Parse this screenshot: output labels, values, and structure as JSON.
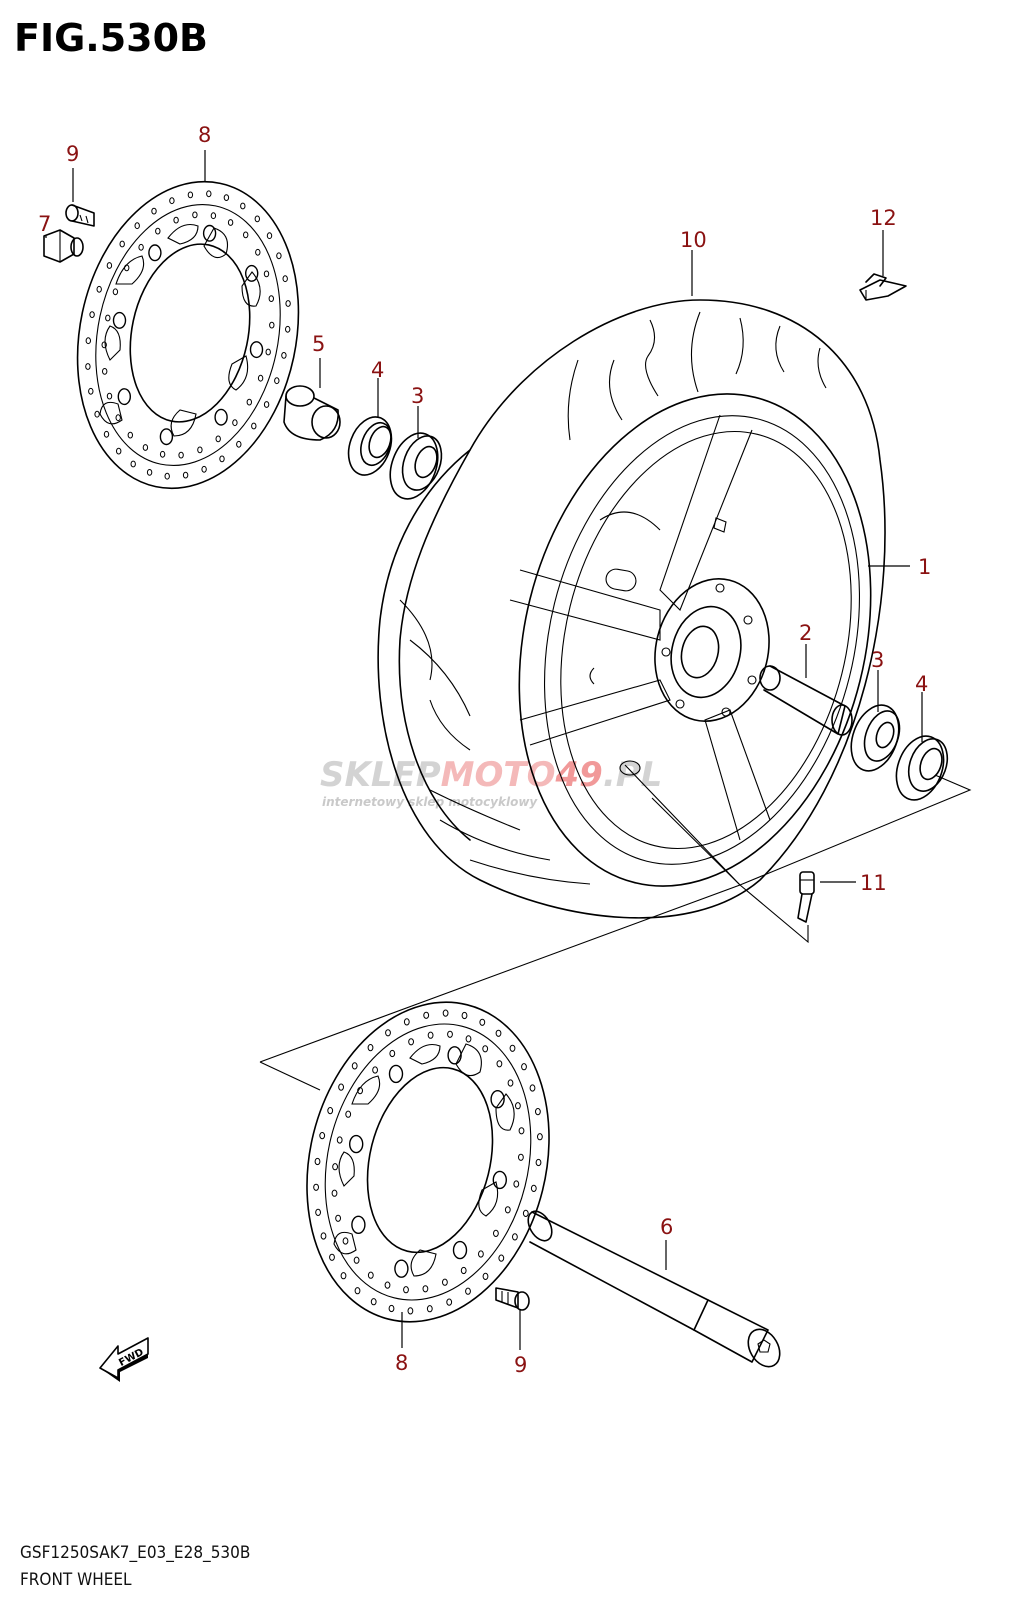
{
  "figure": {
    "title": "FIG.530B",
    "model_code": "GSF1250SAK7_E03_E28_530B",
    "name": "FRONT WHEEL"
  },
  "callouts": [
    "1",
    "2",
    "3",
    "3",
    "4",
    "4",
    "5",
    "6",
    "7",
    "8",
    "8",
    "9",
    "9",
    "10",
    "11",
    "12"
  ],
  "fwd_label": "FWD",
  "watermark": {
    "brand_a": "SKLEP",
    "brand_b": "MOTO",
    "brand_c": "49",
    "brand_d": ".PL",
    "tagline": "internetowy sklep motocyklowy"
  },
  "colors": {
    "callout": "#8a1212",
    "line": "#000000",
    "watermark_gray": "#c8c8c8",
    "watermark_red": "#f3b2b2"
  }
}
